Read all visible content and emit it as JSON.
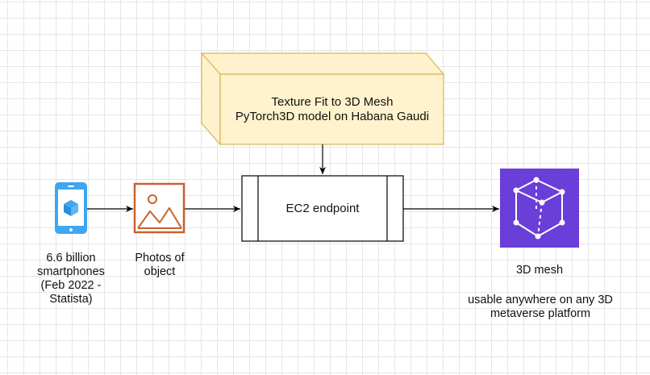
{
  "nodes": {
    "model": {
      "line1": "Texture Fit to 3D Mesh",
      "line2": "PyTorch3D model on Habana Gaudi",
      "fill": "#fff2cc",
      "stroke": "#d6b656"
    },
    "endpoint": {
      "label": "EC2 endpoint"
    },
    "smartphone": {
      "icon": "smartphone-3d-icon",
      "line1": "6.6 billion",
      "line2": "smartphones",
      "line3": "(Feb 2022 -",
      "line4": "Statista)",
      "color": "#3fa6f0"
    },
    "photos": {
      "icon": "image-icon",
      "line1": "Photos of",
      "line2": "object",
      "color": "#c7632f"
    },
    "mesh": {
      "icon": "3d-mesh-cube-icon",
      "title": "3D mesh",
      "line1": "usable anywhere on any 3D",
      "line2": "metaverse platform",
      "color": "#6a3ed8"
    }
  },
  "edges": [
    {
      "from": "smartphone",
      "to": "photos"
    },
    {
      "from": "photos",
      "to": "endpoint"
    },
    {
      "from": "model",
      "to": "endpoint"
    },
    {
      "from": "endpoint",
      "to": "mesh"
    }
  ]
}
